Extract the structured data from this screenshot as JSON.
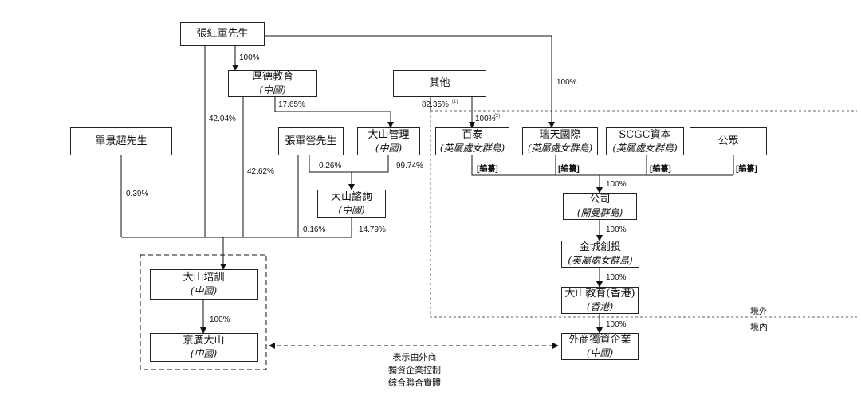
{
  "entities": {
    "zhang_hongjun": {
      "name": "張紅軍先生",
      "sub": ""
    },
    "houde": {
      "name": "厚德教育",
      "sub": "(中國)"
    },
    "others": {
      "name": "其他",
      "sub": ""
    },
    "shan_jingchao": {
      "name": "單景超先生",
      "sub": ""
    },
    "zhang_junying": {
      "name": "張軍營先生",
      "sub": ""
    },
    "dashan_mgmt": {
      "name": "大山管理",
      "sub": "(中國)"
    },
    "dashan_consult": {
      "name": "大山諮詢",
      "sub": "(中國)"
    },
    "baitai": {
      "name": "百泰",
      "sub": "(英屬處女群島)"
    },
    "ruitian": {
      "name": "瑞天國際",
      "sub": "(英屬處女群島)"
    },
    "scgc": {
      "name": "SCGC資本",
      "sub": "(英屬處女群島)"
    },
    "public": {
      "name": "公眾",
      "sub": ""
    },
    "company": {
      "name": "公司",
      "sub": "(開曼群島)"
    },
    "jincheng": {
      "name": "金城創投",
      "sub": "(英屬處女群島)"
    },
    "dashan_hk": {
      "name": "大山教育(香港)",
      "sub": "(香港)"
    },
    "wfoe": {
      "name": "外商獨資企業",
      "sub": "(中國)"
    },
    "dashan_training": {
      "name": "大山培訓",
      "sub": "(中國)"
    },
    "jingguang": {
      "name": "京廣大山",
      "sub": "(中國)"
    }
  },
  "percentages": {
    "zhang_to_houde": "100%",
    "zhang_to_ruitian": "100%",
    "zhang_to_training": "42.04%",
    "houde_to_mgmt": "17.65%",
    "others_to_mgmt": "82.35%",
    "others_to_baitai": "100%",
    "houde_to_training": "42.62%",
    "shan_to_training": "0.39%",
    "junying_to_consult": "0.26%",
    "mgmt_to_consult": "99.74%",
    "junying_to_training": "0.16%",
    "consult_to_training": "14.79%",
    "to_company": "100%",
    "company_to_jincheng": "100%",
    "jincheng_to_hk": "100%",
    "hk_to_wfoe": "100%",
    "training_to_jingguang": "100%"
  },
  "footnotes": {
    "f1": "(1)",
    "f2": "(2)"
  },
  "notes": {
    "baitai": "[編纂]",
    "ruitian": "[編纂]",
    "scgc": "[編纂]",
    "public": "[編纂]"
  },
  "regions": {
    "offshore": "境外",
    "onshore": "境內"
  },
  "legend": {
    "line1": "表示由外商",
    "line2": "獨資企業控制",
    "line3": "綜合聯合實體"
  }
}
